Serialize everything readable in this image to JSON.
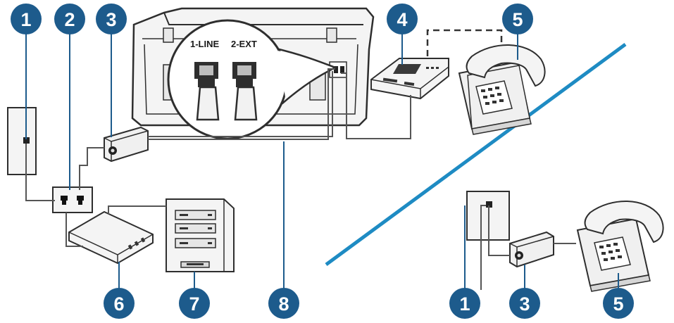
{
  "diagram": {
    "port_labels": {
      "line": "1-LINE",
      "ext": "2-EXT"
    },
    "callouts": [
      {
        "id": "c1a",
        "label": "1"
      },
      {
        "id": "c2",
        "label": "2"
      },
      {
        "id": "c3a",
        "label": "3"
      },
      {
        "id": "c4",
        "label": "4"
      },
      {
        "id": "c5a",
        "label": "5"
      },
      {
        "id": "c6",
        "label": "6"
      },
      {
        "id": "c7",
        "label": "7"
      },
      {
        "id": "c8",
        "label": "8"
      },
      {
        "id": "c1b",
        "label": "1"
      },
      {
        "id": "c3b",
        "label": "3"
      },
      {
        "id": "c5b",
        "label": "5"
      }
    ]
  },
  "colors": {
    "callout_fill": "#1d5b8c",
    "divider": "#1e8bc3",
    "line": "#555555",
    "device_body": "#f2f2f2",
    "device_stroke": "#3a3a3a"
  }
}
